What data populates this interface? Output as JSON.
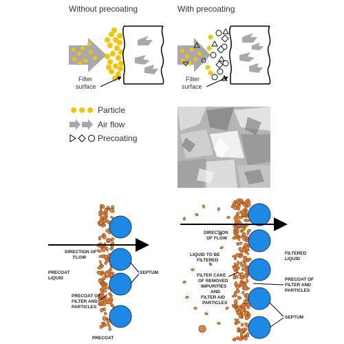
{
  "top_left": {
    "title": "Without precoating",
    "filter_label_line1": "Filter",
    "filter_label_line2": "surface"
  },
  "top_right": {
    "title": "With precoating",
    "filter_label_line1": "Filter",
    "filter_label_line2": "surface"
  },
  "legend": {
    "items": [
      {
        "icon": "particle-icon",
        "label": "Particle"
      },
      {
        "icon": "air-flow-icon",
        "label": "Air flow"
      },
      {
        "icon": "precoating-icon",
        "label": "Precoating"
      }
    ]
  },
  "bottom_left": {
    "direction_line1": "DIRECTION OF",
    "direction_line2": "FLOW",
    "precoat_liquid_line1": "PRECOAT",
    "precoat_liquid_line2": "LIQUID",
    "septum": "SEPTUM",
    "precoat_filter_line1": "PRECOAT OF",
    "precoat_filter_line2": "FILTER AND",
    "precoat_filter_line3": "PARTICLES",
    "precoat": "PRECOAT"
  },
  "bottom_right": {
    "direction_line1": "DIRECTION",
    "direction_line2": "OF FLOW",
    "liquid_line1": "LIQUID TO BE",
    "liquid_line2": "FILTERED",
    "filtered_line1": "FILTERED",
    "filtered_line2": "LIQUID",
    "cake_line1": "FILTER CAKE",
    "cake_line2": "OF REMOVED",
    "cake_line3": "IMPURITIES",
    "cake_line4": "AND",
    "cake_line5": "FILTER AID",
    "cake_line6": "PARTICLES",
    "precoat_line1": "PRECOAT OF",
    "precoat_line2": "FILTER AND",
    "precoat_line3": "PARTICLES",
    "septum": "SEPTUM"
  },
  "colors": {
    "particle": "#f5c400",
    "flow_arrow": "#9e9e9e",
    "septum_blue": "#1e88e5",
    "cake_orange": "#e0843a",
    "cake_outline": "#8a3b12"
  }
}
